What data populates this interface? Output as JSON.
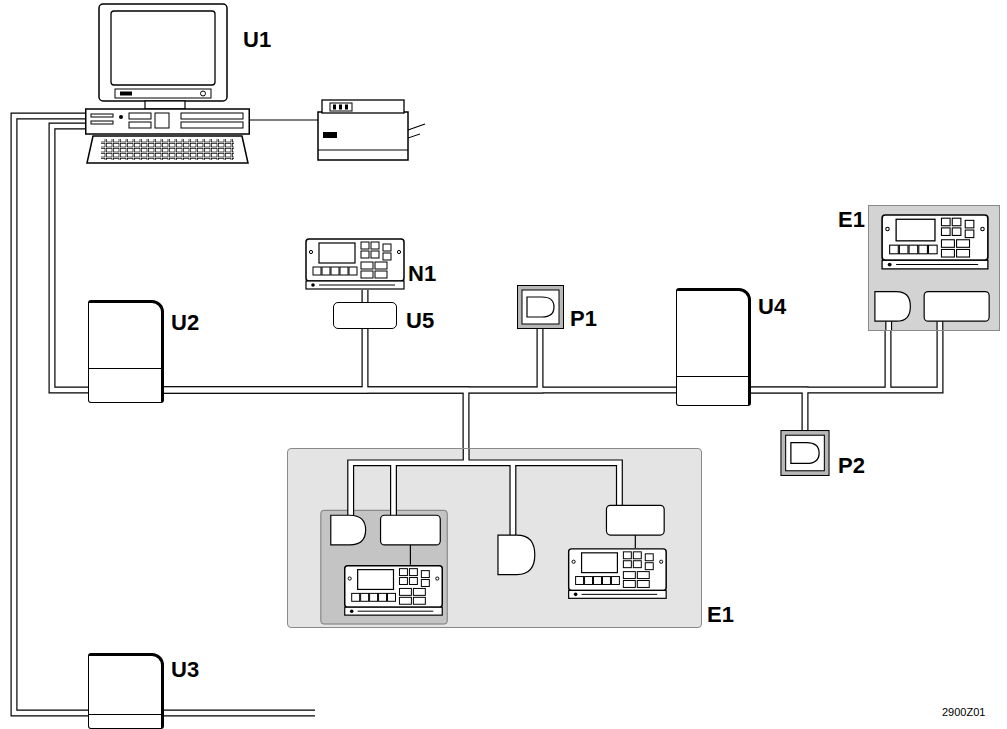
{
  "diagram": {
    "nodes": [
      {
        "text": [
          "U1"
        ]
      },
      {
        "text": [
          "U2"
        ]
      },
      {
        "text": [
          "N1"
        ]
      },
      {
        "text": [
          "U5"
        ]
      },
      {
        "text": [
          "P1"
        ]
      },
      {
        "text": [
          "U4"
        ]
      },
      {
        "text": [
          "E1"
        ]
      },
      {
        "text": [
          "P2"
        ]
      },
      {
        "text": [
          "E1"
        ]
      },
      {
        "text": [
          "U3"
        ]
      }
    ],
    "edges": [
      {
        "from": 0,
        "to": 1,
        "arrow": "none"
      },
      {
        "from": 0,
        "to": 9,
        "arrow": "none"
      },
      {
        "from": 1,
        "to": 3,
        "arrow": "none"
      },
      {
        "from": 3,
        "to": 2,
        "arrow": "none"
      },
      {
        "from": 1,
        "to": 4,
        "arrow": "none"
      },
      {
        "from": 1,
        "to": 8,
        "arrow": "none"
      },
      {
        "from": 1,
        "to": 5,
        "arrow": "none"
      },
      {
        "from": 5,
        "to": 7,
        "arrow": "none"
      },
      {
        "from": 5,
        "to": 6,
        "arrow": "none"
      }
    ],
    "labels": [
      "2900Z01"
    ]
  }
}
